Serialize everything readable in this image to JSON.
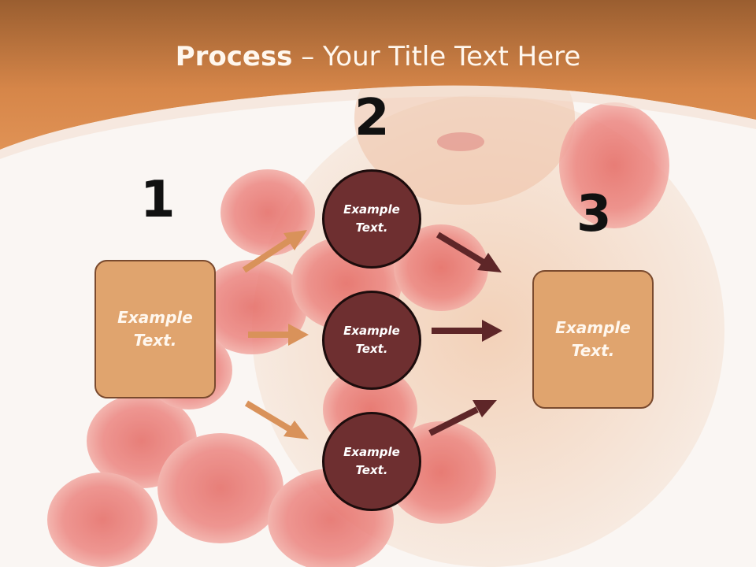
{
  "title": {
    "bold": "Process",
    "rest": " – Your Title Text Here"
  },
  "steps": {
    "one": {
      "number": "1",
      "text": "Example\nText."
    },
    "two": {
      "number": "2",
      "items": [
        "Example\nText.",
        "Example\nText.",
        "Example\nText."
      ]
    },
    "three": {
      "number": "3",
      "text": "Example\nText."
    }
  },
  "colors": {
    "header": "#c9753e",
    "box": "#e0a46e",
    "circle": "#6e2f30",
    "arrow_light": "#d9925a",
    "arrow_dark": "#5e2628"
  }
}
